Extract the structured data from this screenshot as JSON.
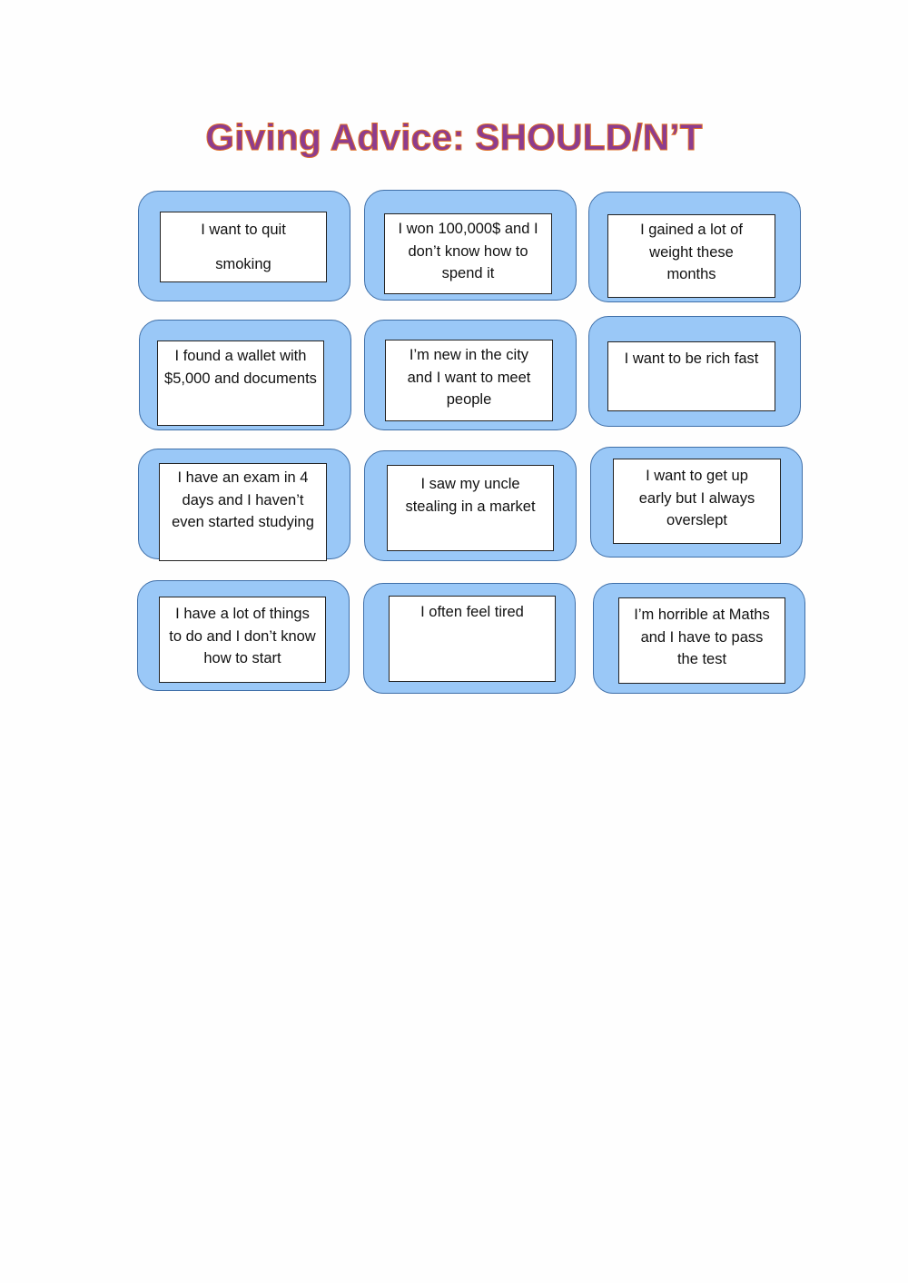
{
  "title": "Giving Advice: SHOULD/N’T",
  "cards": [
    {
      "text": "I want to quit\nsmoking"
    },
    {
      "text": "I won 100,000$ and I don’t know how to spend it"
    },
    {
      "text": "I gained a lot of weight these months"
    },
    {
      "text": "I found a wallet with $5,000 and documents"
    },
    {
      "text": "I’m new in the city and I want to meet people"
    },
    {
      "text": "I want to be rich fast"
    },
    {
      "text": "I have an exam in 4 days and I haven’t even started studying"
    },
    {
      "text": "I saw my uncle stealing in a market"
    },
    {
      "text": "I want to get up early but I always overslept"
    },
    {
      "text": "I have a lot of things to do and I don’t know how to start"
    },
    {
      "text": "I often feel tired"
    },
    {
      "text": "I’m horrible at Maths and I have to pass the test"
    }
  ]
}
